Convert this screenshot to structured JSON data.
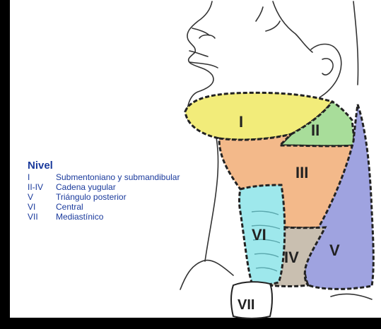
{
  "legend": {
    "title": "Nivel",
    "items": [
      {
        "code": "I",
        "text": "Submentoniano y submandibular"
      },
      {
        "code": "II-IV",
        "text": "Cadena yugular"
      },
      {
        "code": "V",
        "text": "Triángulo posterior"
      },
      {
        "code": "VI",
        "text": "Central"
      },
      {
        "code": "VII",
        "text": "Mediastínico"
      }
    ]
  },
  "regions": {
    "I": {
      "label": "I",
      "color": "#f2ec7a"
    },
    "II": {
      "label": "II",
      "color": "#a8dd9a"
    },
    "III": {
      "label": "III",
      "color": "#f3b98a"
    },
    "IV": {
      "label": "IV",
      "color": "#c9bfb0"
    },
    "V": {
      "label": "V",
      "color": "#9fa3e0"
    },
    "VI": {
      "label": "VI",
      "color": "#9ee8ec"
    },
    "VII": {
      "label": "VII",
      "color": "#ffffff"
    }
  },
  "colors": {
    "legend_text": "#1a3a9c",
    "outline": "#222222",
    "background": "#000000"
  }
}
